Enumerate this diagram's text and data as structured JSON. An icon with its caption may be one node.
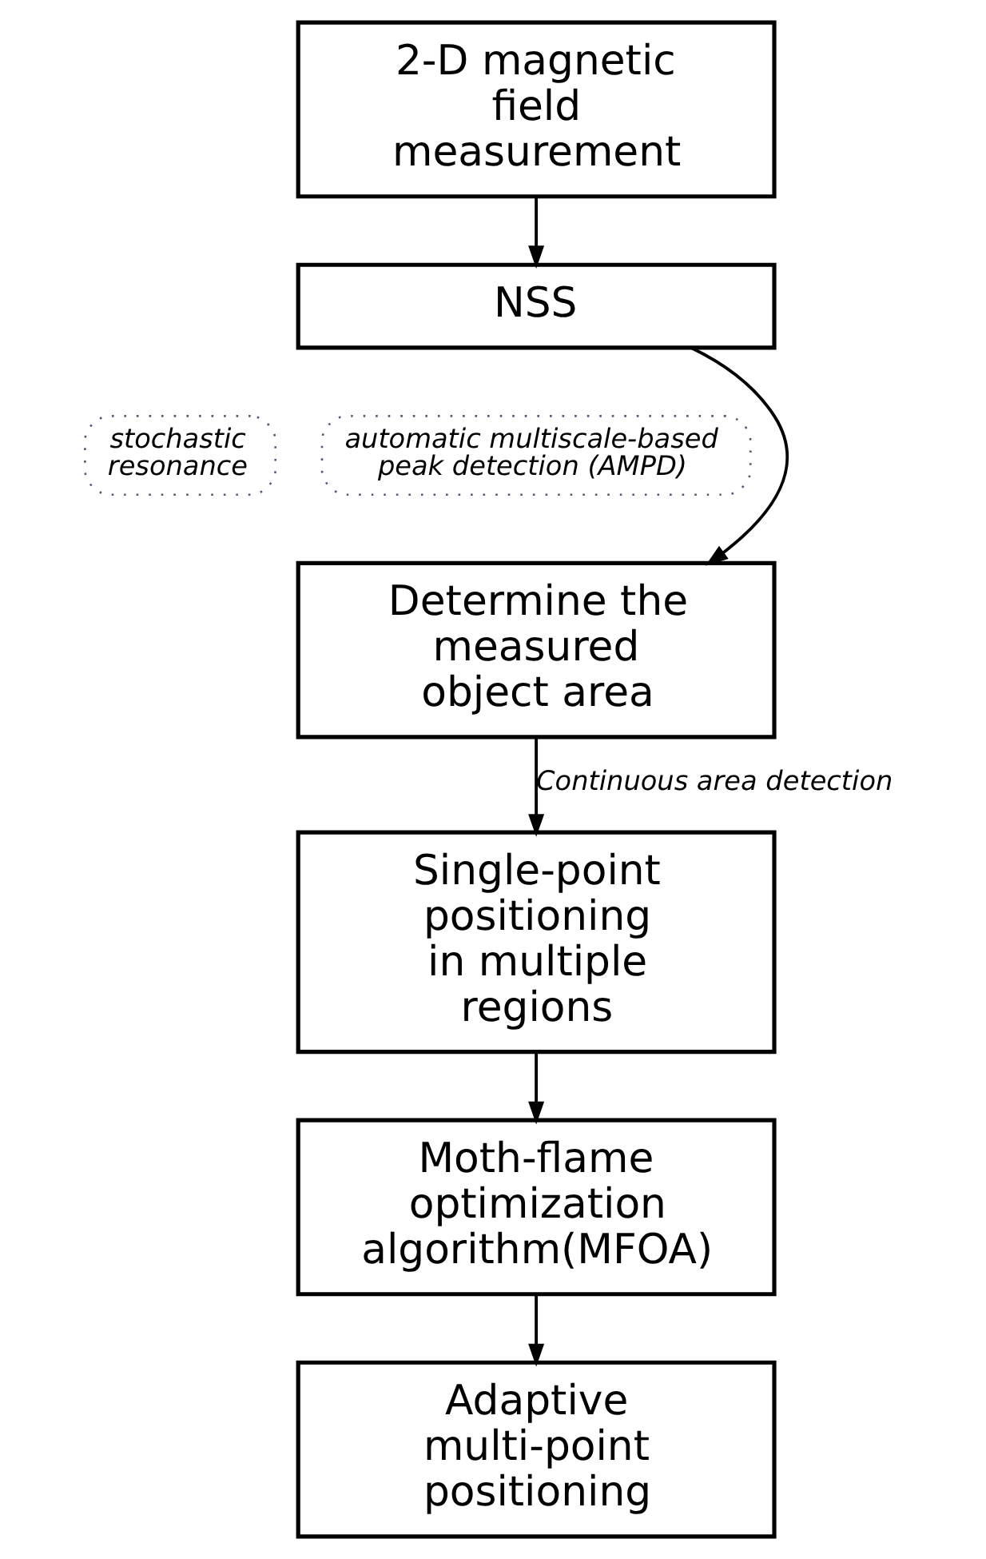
{
  "diagram": {
    "nodes": [
      {
        "text": [
          "2-D magnetic field measurement"
        ]
      },
      {
        "text": [
          "NSS"
        ]
      },
      {
        "text": [
          "stochastic resonance"
        ]
      },
      {
        "text": [
          "automatic multiscale-based peak detection (AMPD)"
        ]
      },
      {
        "text": [
          "Determine the measured object area"
        ]
      },
      {
        "text": [
          "Single-point positioning in multiple regions"
        ]
      },
      {
        "text": [
          "Moth-flame optimization algorithm(MFOA)"
        ]
      },
      {
        "text": [
          "Adaptive multi-point positioning"
        ]
      }
    ],
    "edges": [
      {
        "from": 0,
        "to": 1,
        "arrow": "to"
      },
      {
        "from": 1,
        "to": 4,
        "arrow": "to"
      },
      {
        "from": 4,
        "to": 5,
        "arrow": "to",
        "label": "Continuous area detection"
      },
      {
        "from": 5,
        "to": 6,
        "arrow": "to"
      },
      {
        "from": 6,
        "to": 7,
        "arrow": "to"
      }
    ]
  }
}
